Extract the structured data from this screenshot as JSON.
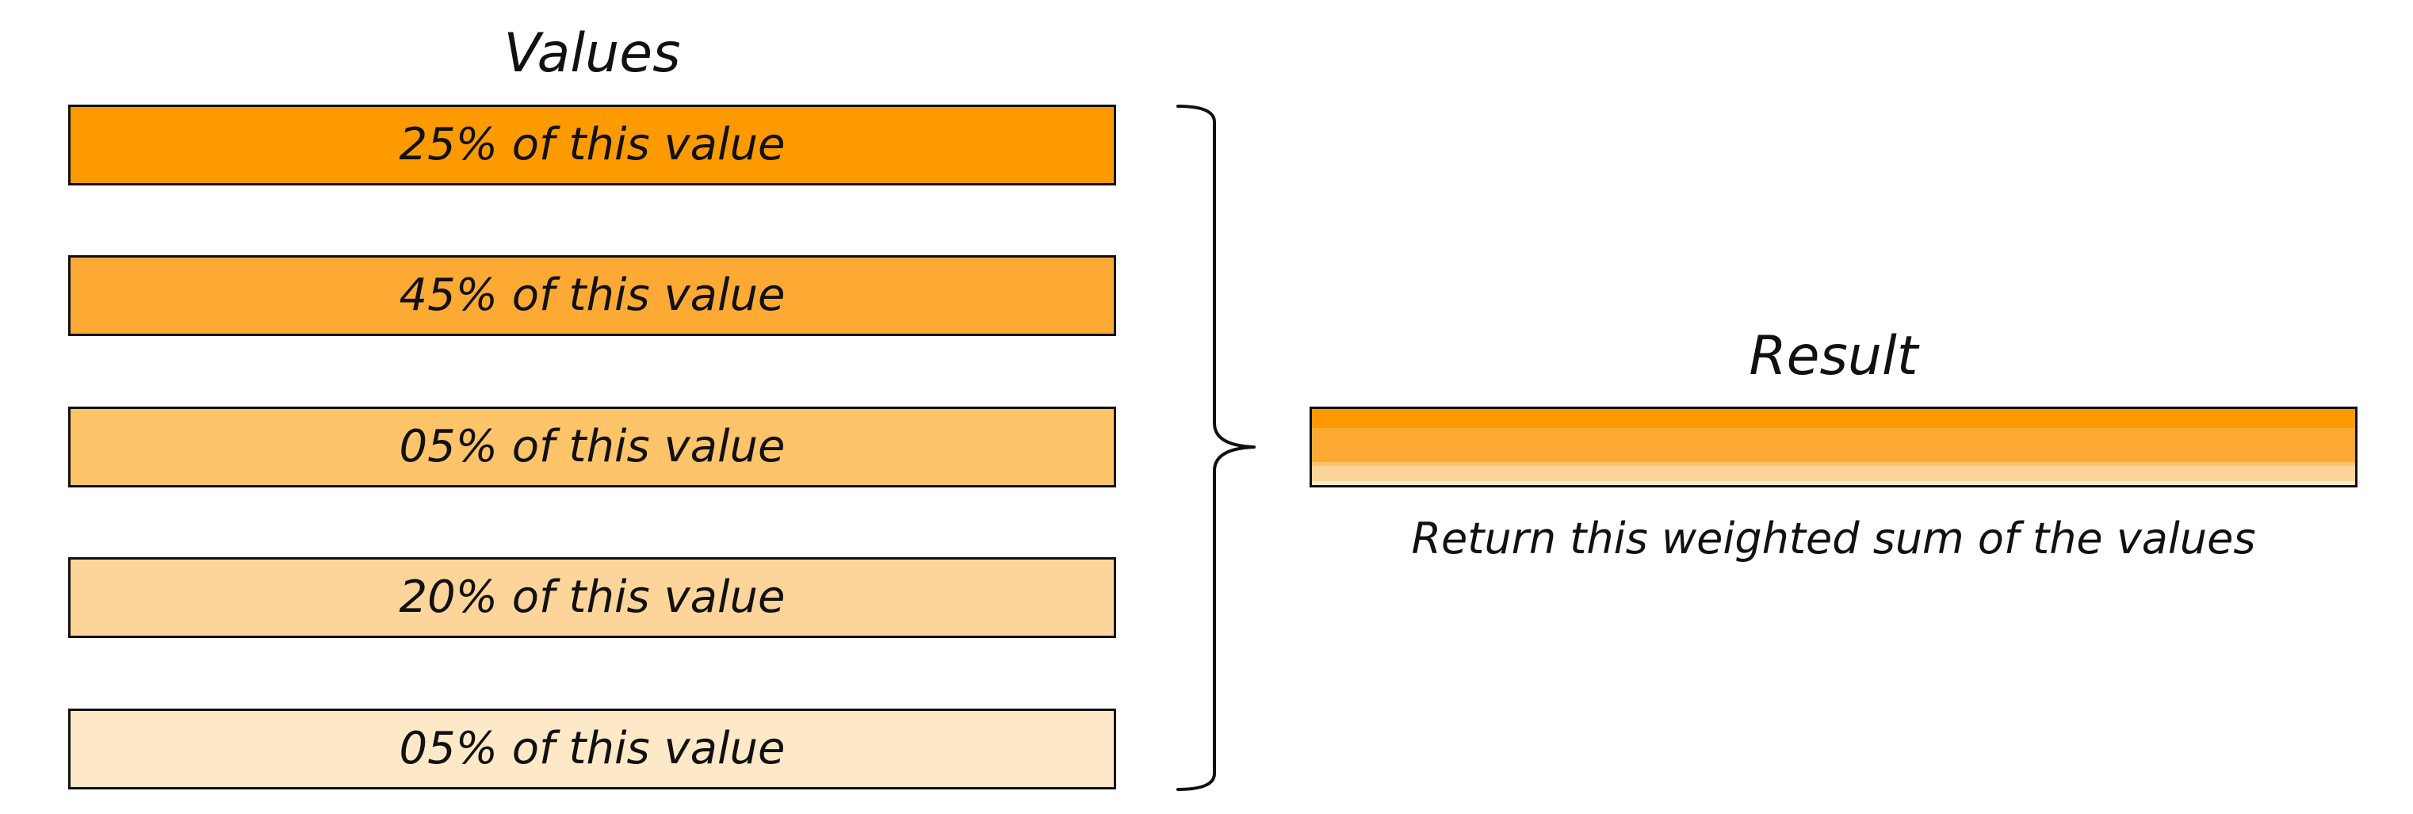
{
  "values_title": "Values",
  "result_title": "Result",
  "values": [
    {
      "label": "25% of this value",
      "weight": 0.25,
      "color": "#fd9a00"
    },
    {
      "label": "45% of this value",
      "weight": 0.45,
      "color": "#fdaa35"
    },
    {
      "label": "05% of this value",
      "weight": 0.05,
      "color": "#fdc46a"
    },
    {
      "label": "20% of this value",
      "weight": 0.2,
      "color": "#fdd59a"
    },
    {
      "label": "05% of this value",
      "weight": 0.05,
      "color": "#fde9c8"
    }
  ],
  "result_caption": "Return this weighted sum of the values"
}
